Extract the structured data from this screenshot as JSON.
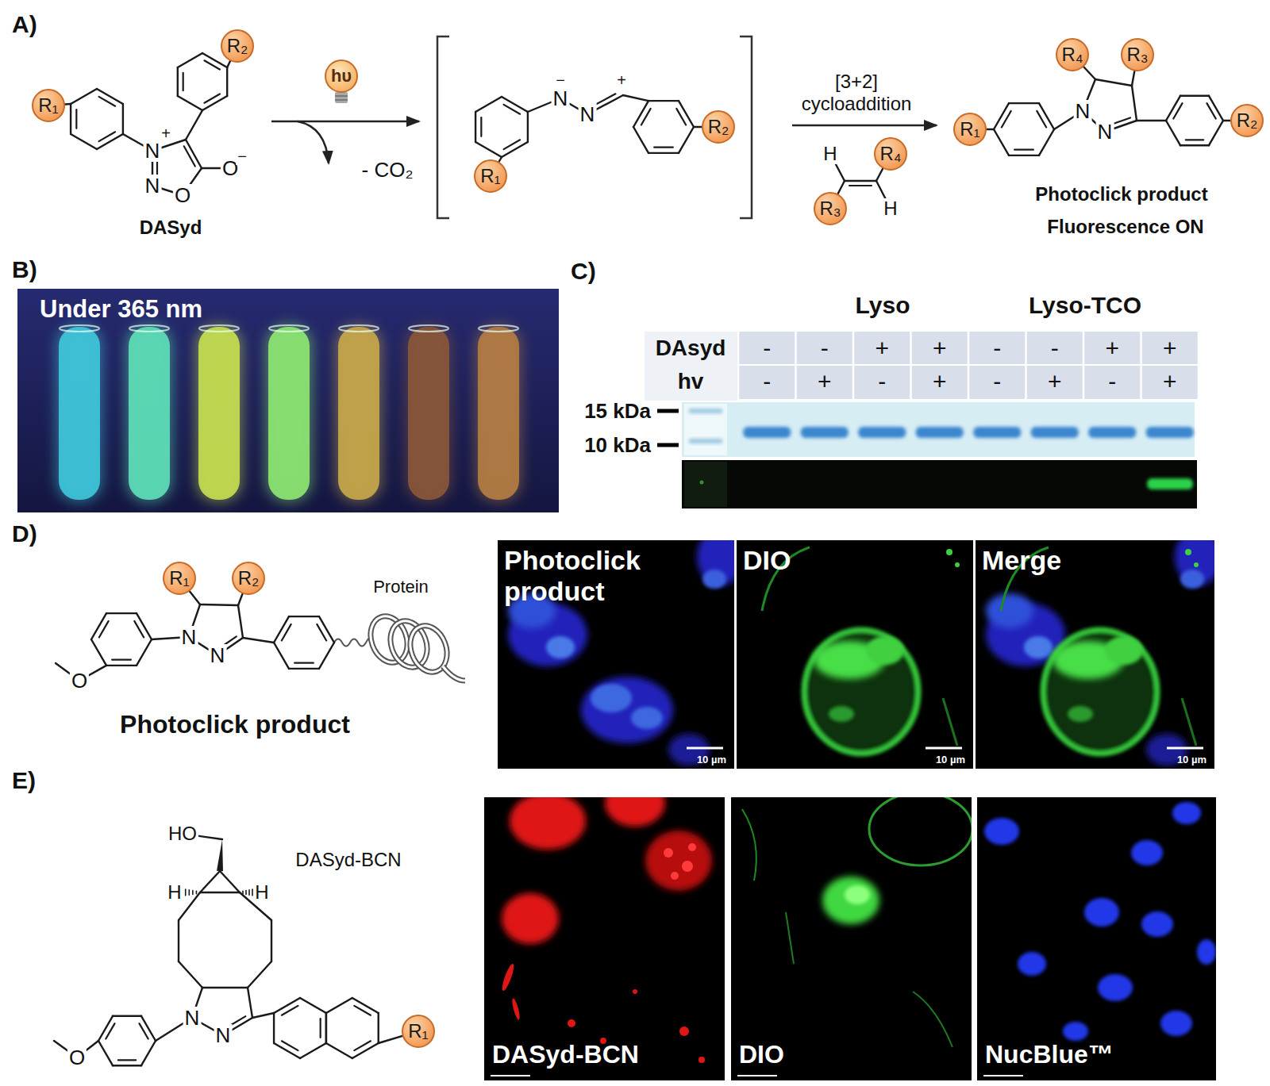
{
  "diagram": {
    "nodes": [
      {
        "text": [
          "R₁"
        ]
      },
      {
        "text": [
          "R₂"
        ]
      },
      {
        "text": [
          "hυ"
        ]
      },
      {
        "text": [
          "R₁"
        ]
      },
      {
        "text": [
          "R₂"
        ]
      },
      {
        "text": [
          "R₄"
        ]
      },
      {
        "text": [
          "R₃"
        ]
      },
      {
        "text": [
          "R₄"
        ]
      },
      {
        "text": [
          "R₃"
        ]
      },
      {
        "text": [
          "R₁"
        ]
      },
      {
        "text": [
          "R₂"
        ]
      },
      {
        "text": [
          "Under 365 nm"
        ]
      },
      {
        "text": [
          "R₁"
        ]
      },
      {
        "text": [
          "R₂"
        ]
      },
      {
        "text": [
          "Photoclick product",
          "10 µm"
        ]
      },
      {
        "text": [
          "DIO",
          "10 µm"
        ]
      },
      {
        "text": [
          "Merge",
          "10 µm"
        ]
      },
      {
        "text": [
          "R₁"
        ]
      },
      {
        "text": [
          "DASyd-BCN"
        ]
      },
      {
        "text": [
          "DIO"
        ]
      },
      {
        "text": [
          "NucBlue™"
        ]
      }
    ],
    "labels": [
      "A)",
      "N",
      "+",
      "N",
      "O",
      "O",
      "−",
      "DASyd",
      "- CO₂",
      "N",
      "−",
      "N",
      "+",
      "[3+2]",
      "cycloaddition",
      "H",
      "H",
      "N",
      "N",
      "Photoclick product",
      "Fluorescence ON",
      "B)",
      "C)",
      "Lyso",
      "Lyso-TCO",
      "DAsyd",
      "-",
      "-",
      "+",
      "+",
      "-",
      "-",
      "+",
      "+",
      "hv",
      "-",
      "+",
      "-",
      "+",
      "-",
      "+",
      "-",
      "+",
      "15 kDa",
      "10 kDa",
      "D)",
      "N",
      "N",
      "O",
      "Protein",
      "Photoclick product",
      "E)",
      "HO",
      "H",
      "H",
      "DASyd-BCN",
      "N",
      "N",
      "O"
    ]
  }
}
